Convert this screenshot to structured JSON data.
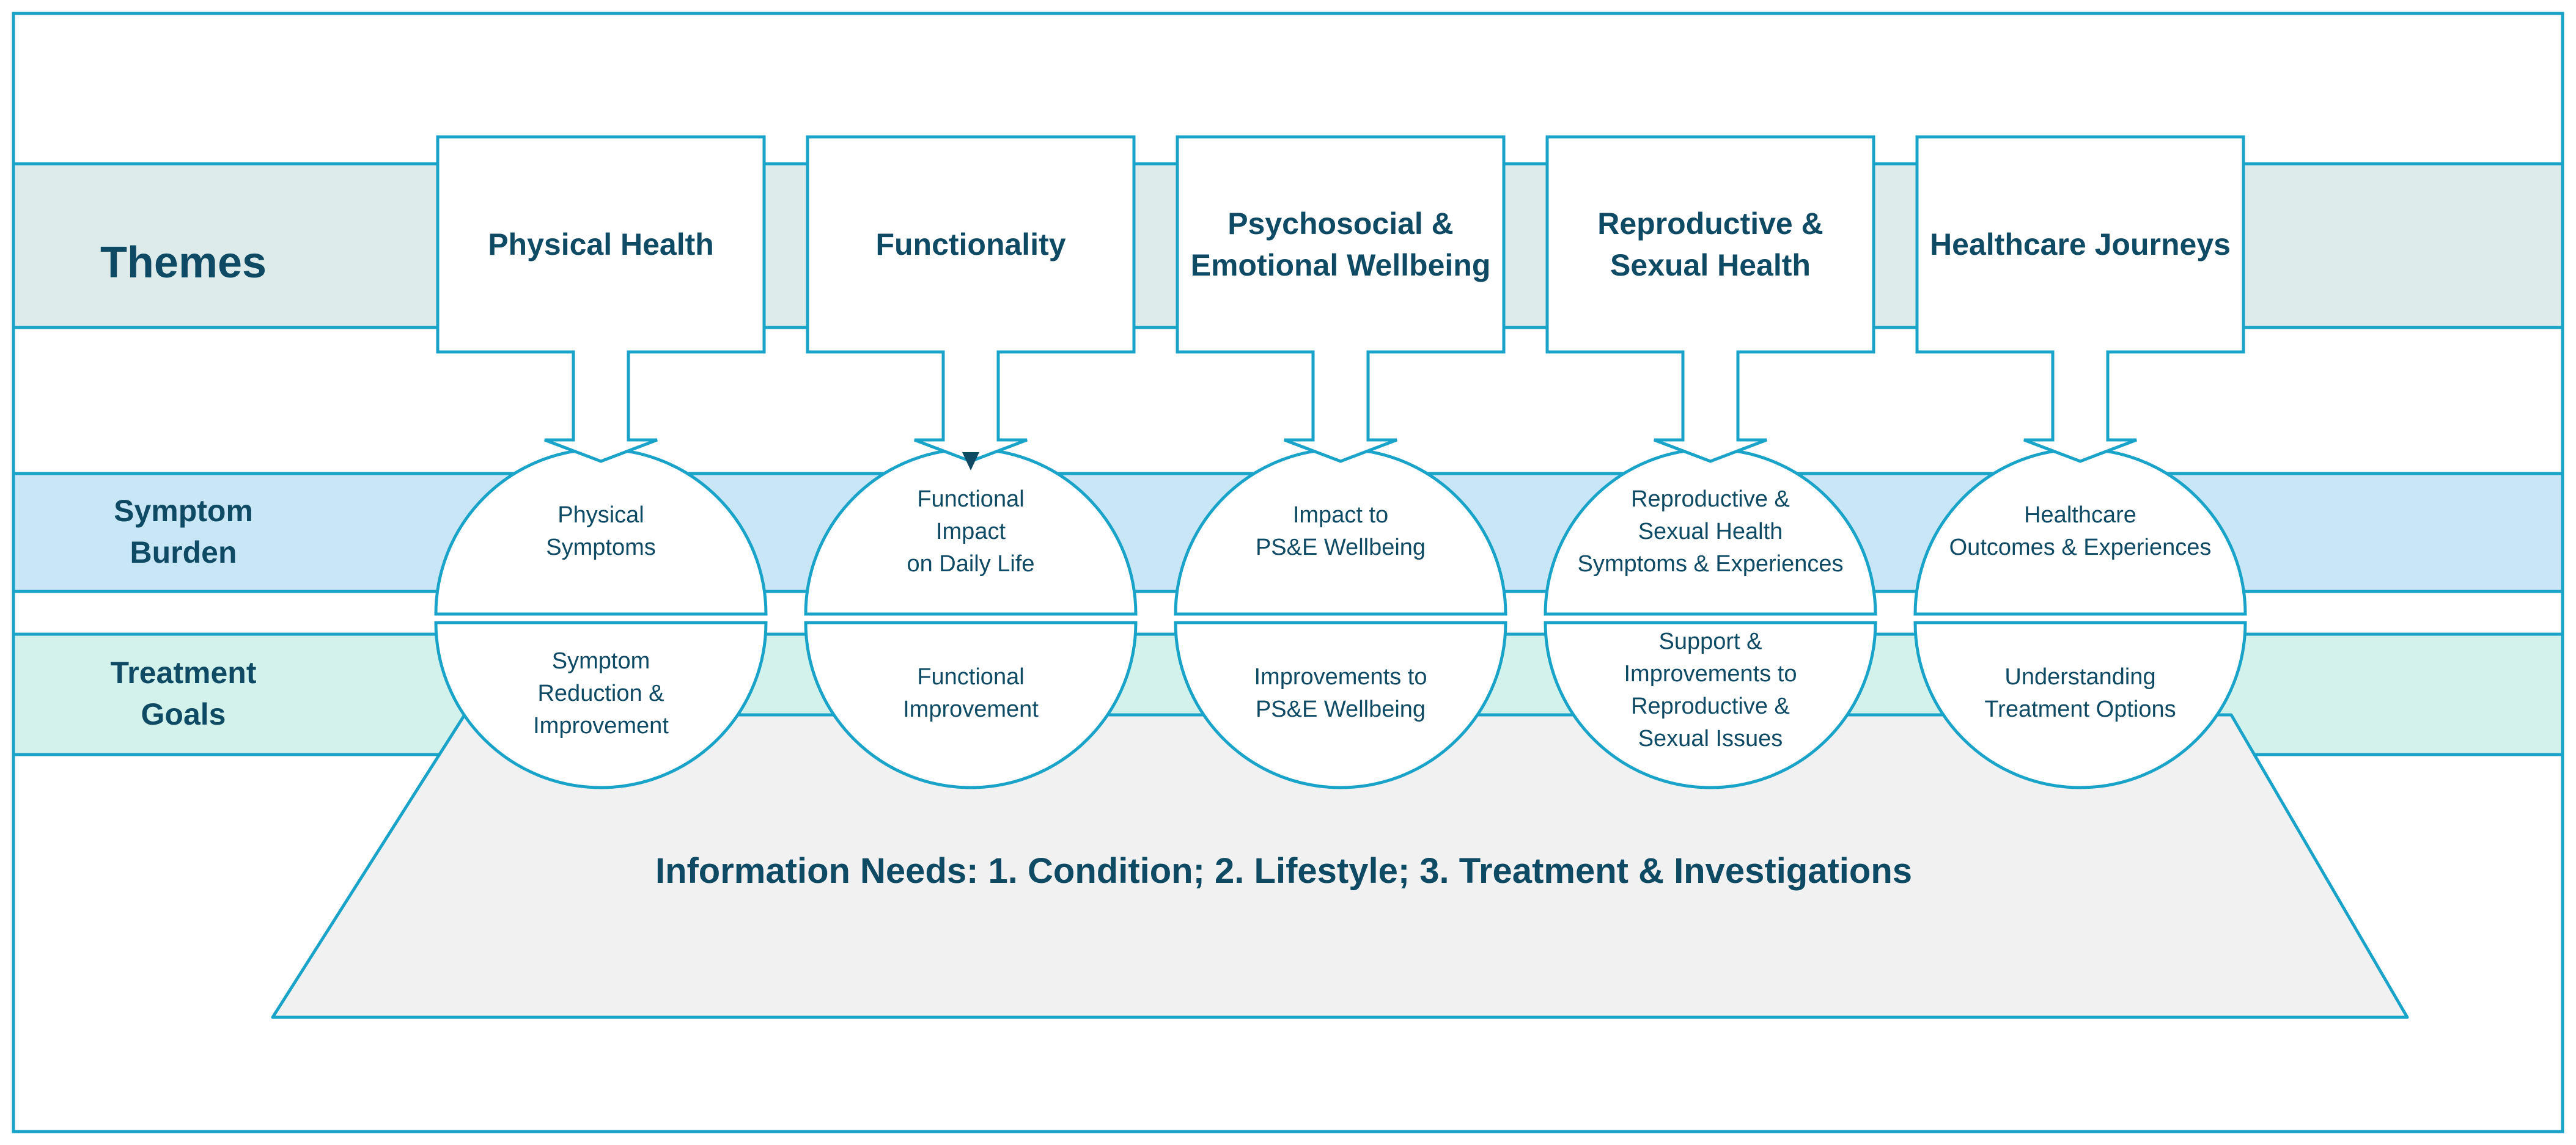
{
  "rows": {
    "themes": "Themes",
    "symptom_burden": [
      "Symptom",
      "Burden"
    ],
    "treatment_goals": [
      "Treatment",
      "Goals"
    ]
  },
  "themes": [
    {
      "title": [
        "Physical Health"
      ],
      "burden": [
        "Physical",
        "Symptoms"
      ],
      "goal": [
        "Symptom",
        "Reduction &",
        "Improvement"
      ]
    },
    {
      "title": [
        "Functionality"
      ],
      "burden": [
        "Functional",
        "Impact",
        "on Daily Life"
      ],
      "goal": [
        "Functional",
        "Improvement"
      ]
    },
    {
      "title": [
        "Psychosocial &",
        "Emotional Wellbeing"
      ],
      "burden": [
        "Impact to",
        "PS&E Wellbeing"
      ],
      "goal": [
        "Improvements to",
        "PS&E Wellbeing"
      ]
    },
    {
      "title": [
        "Reproductive &",
        "Sexual Health"
      ],
      "burden": [
        "Reproductive &",
        "Sexual Health",
        "Symptoms & Experiences"
      ],
      "goal": [
        "Support &",
        "Improvements to",
        "Reproductive &",
        "Sexual Issues"
      ]
    },
    {
      "title": [
        "Healthcare Journeys"
      ],
      "burden": [
        "Healthcare",
        "Outcomes & Experiences"
      ],
      "goal": [
        "Understanding",
        "Treatment Options"
      ]
    }
  ],
  "information_needs": "Information Needs: 1. Condition;  2. Lifestyle;  3. Treatment & Investigations",
  "colors": {
    "border": "#1aa3c9",
    "themes_band": "#ddecea",
    "burden_band": "#c9e6f6",
    "goals_band": "#d4f2ec",
    "trapezoid": "#f1f1f1",
    "text": "#0e4a63"
  }
}
